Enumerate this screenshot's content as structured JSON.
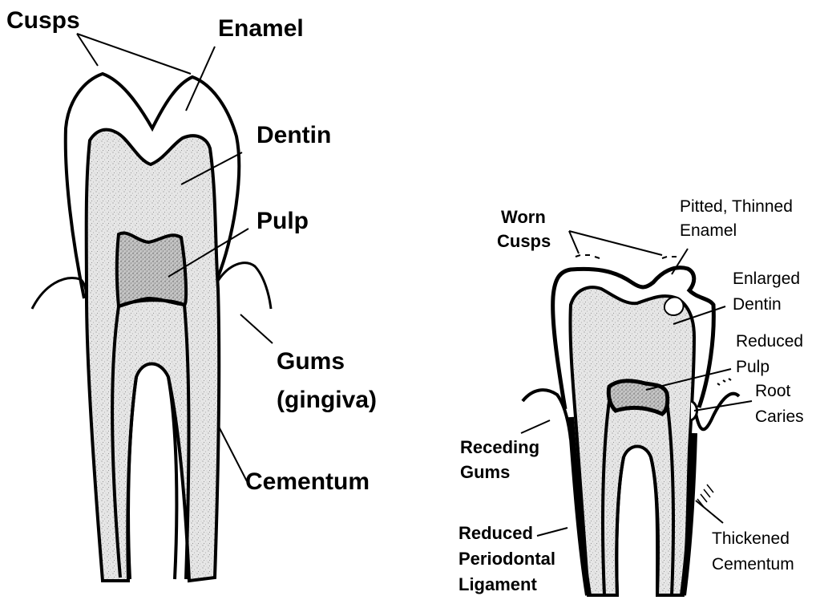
{
  "colors": {
    "background": "#ffffff",
    "outline": "#000000",
    "dentin_fill": "#e4e4e4",
    "pulp_fill": "#bdbdbd"
  },
  "left_diagram": {
    "labels": {
      "cusps": "Cusps",
      "enamel": "Enamel",
      "dentin": "Dentin",
      "pulp": "Pulp",
      "gums_line1": "Gums",
      "gums_line2": "(gingiva)",
      "cementum": "Cementum"
    }
  },
  "right_diagram": {
    "labels": {
      "worn_cusps_line1": "Worn",
      "worn_cusps_line2": "Cusps",
      "pitted_line1": "Pitted, Thinned",
      "pitted_line2": "Enamel",
      "enlarged_line1": "Enlarged",
      "enlarged_line2": "Dentin",
      "reduced_pulp_line1": "Reduced",
      "reduced_pulp_line2": "Pulp",
      "root_caries_line1": "Root",
      "root_caries_line2": "Caries",
      "receding_line1": "Receding",
      "receding_line2": "Gums",
      "pdl_line1": "Reduced",
      "pdl_line2": "Periodontal",
      "pdl_line3": "Ligament",
      "thick_cem_line1": "Thickened",
      "thick_cem_line2": "Cementum"
    }
  }
}
